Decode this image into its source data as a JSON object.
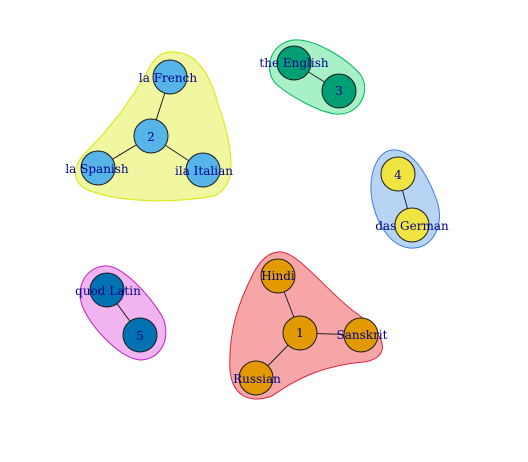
{
  "graph": {
    "groups": [
      {
        "id": "group-1",
        "hull_fill": "#f6a6a6",
        "hull_stroke": "#e0223a",
        "node_fill": "#e39a00",
        "nodes": [
          {
            "id": "g1-center",
            "label": "1"
          },
          {
            "id": "g1-hindi",
            "label": "Hindi"
          },
          {
            "id": "g1-sanskrit",
            "label": "Sanskrit"
          },
          {
            "id": "g1-russian",
            "label": "Russian"
          }
        ],
        "edges": [
          [
            "g1-center",
            "g1-hindi"
          ],
          [
            "g1-center",
            "g1-sanskrit"
          ],
          [
            "g1-center",
            "g1-russian"
          ]
        ]
      },
      {
        "id": "group-2",
        "hull_fill": "#f0f7a0",
        "hull_stroke": "#d4e800",
        "node_fill": "#56b4e9",
        "nodes": [
          {
            "id": "g2-center",
            "label": "2"
          },
          {
            "id": "g2-french",
            "label": "la French"
          },
          {
            "id": "g2-spanish",
            "label": "la Spanish"
          },
          {
            "id": "g2-italian",
            "label": "ila Italian"
          }
        ],
        "edges": [
          [
            "g2-center",
            "g2-french"
          ],
          [
            "g2-center",
            "g2-spanish"
          ],
          [
            "g2-center",
            "g2-italian"
          ]
        ]
      },
      {
        "id": "group-3",
        "hull_fill": "#a8f0c8",
        "hull_stroke": "#00b85c",
        "node_fill": "#009e73",
        "nodes": [
          {
            "id": "g3-center",
            "label": "3"
          },
          {
            "id": "g3-english",
            "label": "the English"
          }
        ],
        "edges": [
          [
            "g3-center",
            "g3-english"
          ]
        ]
      },
      {
        "id": "group-4",
        "hull_fill": "#b8d4f5",
        "hull_stroke": "#3d7de0",
        "node_fill": "#f0e442",
        "nodes": [
          {
            "id": "g4-center",
            "label": "4"
          },
          {
            "id": "g4-german",
            "label": "das German"
          }
        ],
        "edges": [
          [
            "g4-center",
            "g4-german"
          ]
        ]
      },
      {
        "id": "group-5",
        "hull_fill": "#f0b4f0",
        "hull_stroke": "#c420c4",
        "node_fill": "#0072b2",
        "nodes": [
          {
            "id": "g5-center",
            "label": "5"
          },
          {
            "id": "g5-latin",
            "label": "quod Latin"
          }
        ],
        "edges": [
          [
            "g5-center",
            "g5-latin"
          ]
        ]
      }
    ]
  }
}
